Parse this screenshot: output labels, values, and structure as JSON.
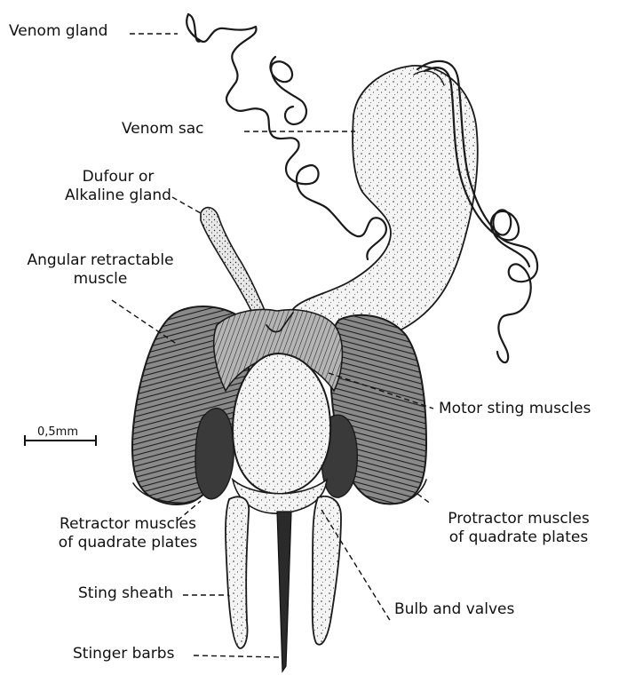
{
  "labels": {
    "venom_gland": "Venom gland",
    "venom_sac": "Venom sac",
    "dufour_line1": "Dufour or",
    "dufour_line2": "Alkaline gland",
    "angular_line1": "Angular retractable",
    "angular_line2": "muscle",
    "motor_sting": "Motor sting muscles",
    "scale_bar": "0,5mm",
    "retractor_line1": "Retractor muscles",
    "retractor_line2": "of quadrate plates",
    "protractor_line1": "Protractor muscles",
    "protractor_line2": "of quadrate plates",
    "sting_sheath": "Sting sheath",
    "bulb_valves": "Bulb and valves",
    "stinger_barbs": "Stinger barbs"
  },
  "colors": {
    "ink": "#1a1a1a",
    "muscle_fill": "#6a6a6a",
    "stipple_fill": "#efefef",
    "background": "#ffffff"
  }
}
